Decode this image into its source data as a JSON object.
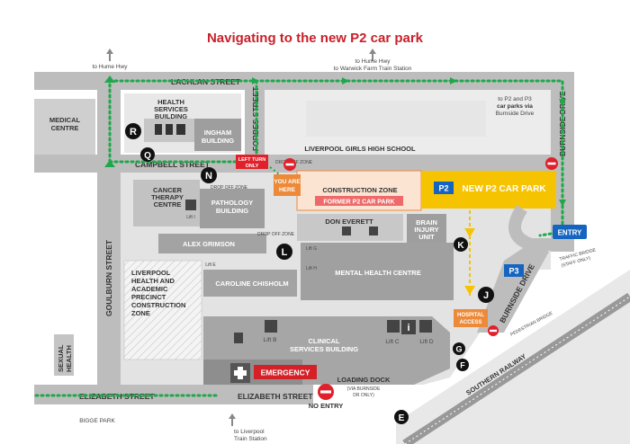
{
  "title": "Navigating to the new P2 car park",
  "streets": {
    "lachlan": "LACHLAN STREET",
    "campbell": "CAMPBELL STREET",
    "elizabeth_west": "ELIZABETH STREET",
    "elizabeth_east": "ELIZABETH STREET",
    "forbes": "FORBES STREET",
    "goulburn": "GOULBURN STREET",
    "burnside_top": "BURNSIDE DRIVE",
    "burnside_bottom": "BURNSIDE DRIVE"
  },
  "directions": {
    "hume_hwy_left": "to Hume Hwy",
    "hume_hwy_right": "to Hume Hwy",
    "warwick_farm": "to Warwick Farm Train Station",
    "p2p3_line1": "to P2 and P3",
    "p2p3_line2": "car parks via",
    "p2p3_line3": "Burnside Drive",
    "liverpool_train_1": "to Liverpool",
    "liverpool_train_2": "Train Station"
  },
  "areas": {
    "medical_centre_1": "MEDICAL",
    "medical_centre_2": "CENTRE",
    "health_services_1": "HEALTH",
    "health_services_2": "SERVICES",
    "health_services_3": "BUILDING",
    "ingham_1": "INGHAM",
    "ingham_2": "BUILDING",
    "girls_high": "LIVERPOOL GIRLS HIGH SCHOOL",
    "cancer_1": "CANCER",
    "cancer_2": "THERAPY",
    "cancer_3": "CENTRE",
    "pathology_1": "PATHOLOGY",
    "pathology_2": "BUILDING",
    "construction_zone": "CONSTRUCTION ZONE",
    "former_p2": "FORMER P2 CAR PARK",
    "don_everett": "DON  EVERETT",
    "brain_injury_1": "BRAIN",
    "brain_injury_2": "INJURY",
    "brain_injury_3": "UNIT",
    "alex_grimson": "ALEX GRIMSON",
    "mental_health": "MENTAL HEALTH CENTRE",
    "caroline_chisholm": "CAROLINE CHISHOLM",
    "precinct_1": "LIVERPOOL",
    "precinct_2": "HEALTH AND",
    "precinct_3": "ACADEMIC",
    "precinct_4": "PRECINCT",
    "precinct_5": "CONSTRUCTION",
    "precinct_6": "ZONE",
    "clinical_1": "CLINICAL",
    "clinical_2": "SERVICES BUILDING",
    "sexual_1": "SEXUAL",
    "sexual_2": "HEALTH",
    "loading_dock": "LOADING DOCK",
    "via_burnside_1": "(VIA BURNSIDE",
    "via_burnside_2": "DR ONLY)",
    "bigge_park": "BIGGE PARK",
    "southern_railway": "SOUTHERN RAILWAY",
    "pedestrian_bridge": "PEDESTRIAN BRIDGE",
    "traffic_bridge_1": "TRAFFIC BRIDGE",
    "traffic_bridge_2": "(STAFF ONLY)"
  },
  "signs": {
    "left_turn_1": "LEFT TURN",
    "left_turn_2": "ONLY",
    "you_are_1": "YOU ARE",
    "you_are_2": "HERE",
    "p2_badge": "P2",
    "new_p2": "NEW  P2 CAR PARK",
    "entry": "ENTRY",
    "p3_badge": "P3",
    "hospital_access_1": "HOSPITAL",
    "hospital_access_2": "ACCESS",
    "emergency": "EMERGENCY",
    "no_entry": "NO ENTRY",
    "drop_off_1": "DROP OFF ZONE",
    "drop_off_2": "DROP OFF ZONE",
    "drop_off_3": "DROP OFF ZONE"
  },
  "markers": {
    "r": "R",
    "q": "Q",
    "n": "N",
    "l": "L",
    "k": "K",
    "j": "J",
    "g": "G",
    "f": "F",
    "e": "E"
  },
  "lifts": {
    "lift_b": "Lift B",
    "lift_c": "Lift C",
    "lift_d": "Lift D",
    "lift_i": "Lift I",
    "lift_g": "Lift G",
    "lift_e": "Lift E",
    "lift_h": "Lift H"
  },
  "colors": {
    "route": "#1fa84a",
    "no_entry": "#e0202a",
    "p2_yellow": "#f6c300",
    "orange": "#ec8a3a",
    "blue": "#1565c0",
    "emergency": "#d42027"
  }
}
